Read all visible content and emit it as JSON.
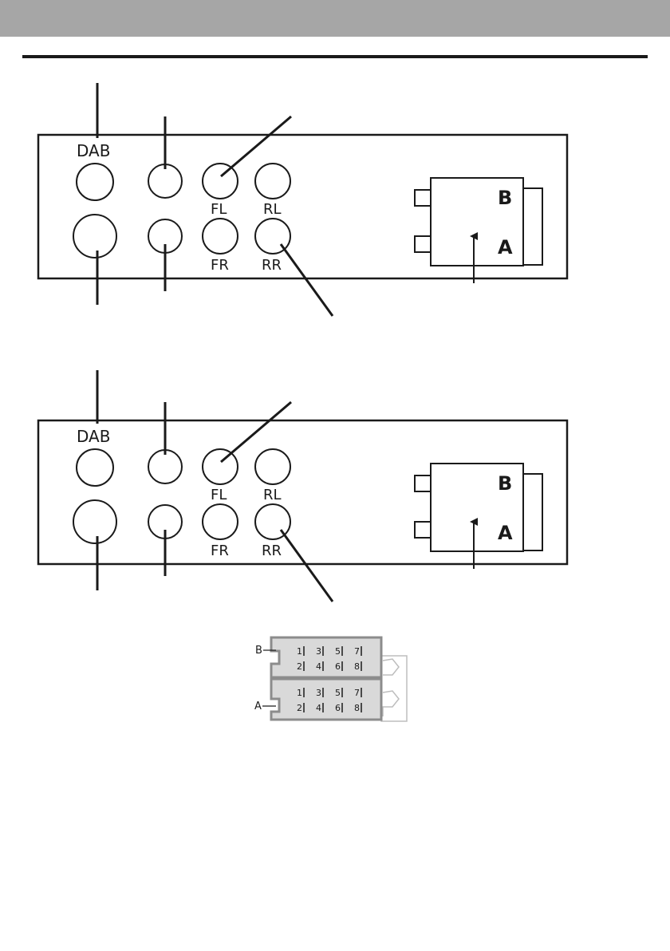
{
  "panels": [
    {
      "dab_label": "DAB",
      "jack_labels": {
        "fl": "FL",
        "rl": "RL",
        "fr": "FR",
        "rr": "RR"
      },
      "iso_labels": {
        "b": "B",
        "a": "A"
      }
    },
    {
      "dab_label": "DAB",
      "jack_labels": {
        "fl": "FL",
        "rl": "RL",
        "fr": "FR",
        "rr": "RR"
      },
      "iso_labels": {
        "b": "B",
        "a": "A"
      }
    }
  ],
  "iso_connector": {
    "block_b_label": "B",
    "block_a_label": "A",
    "pins_top_row": [
      "1",
      "3",
      "5",
      "7"
    ],
    "pins_bottom_row": [
      "2",
      "4",
      "6",
      "8"
    ]
  }
}
